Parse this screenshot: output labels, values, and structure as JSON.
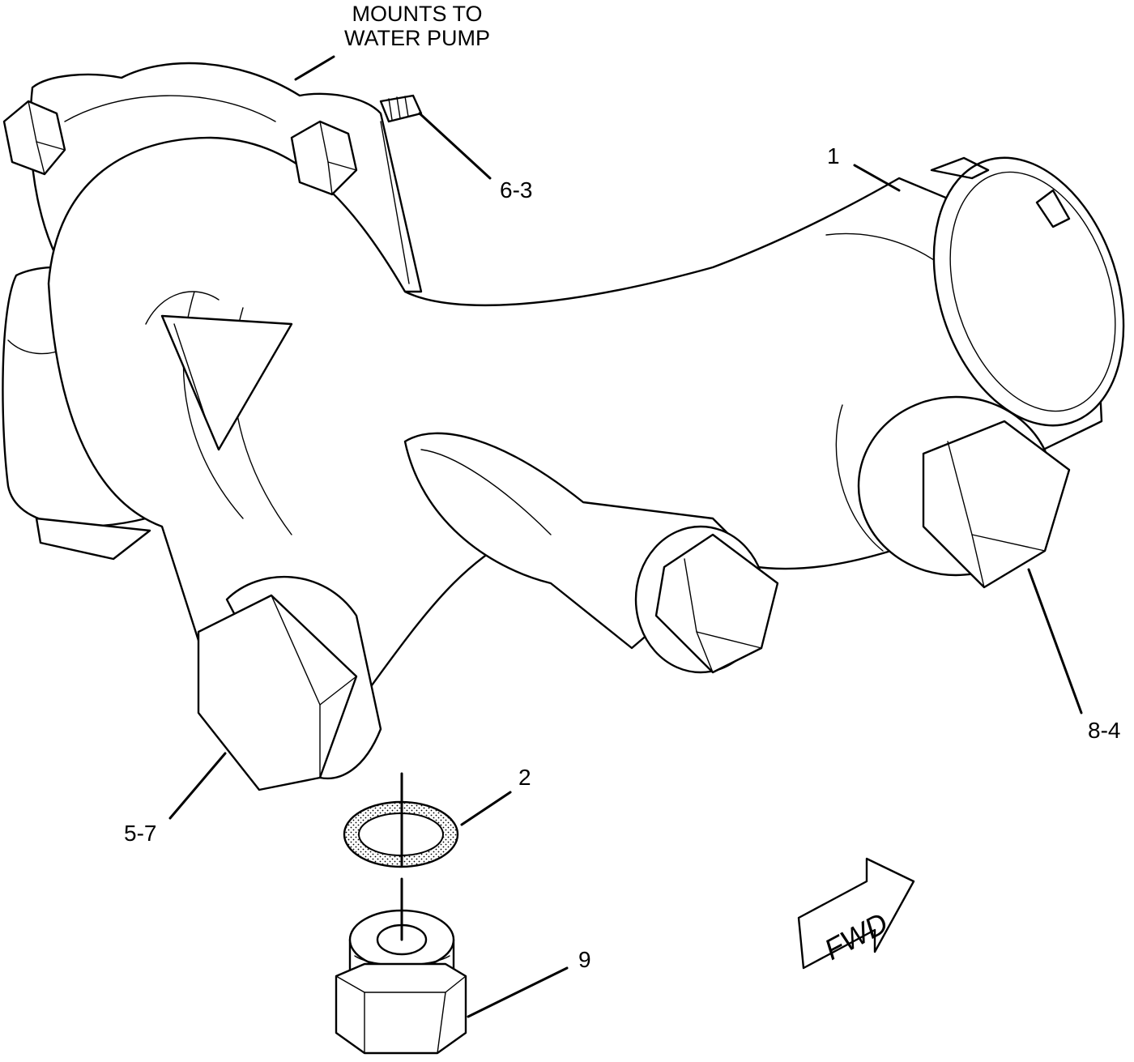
{
  "note": {
    "line1": "MOUNTS TO",
    "line2": "WATER PUMP"
  },
  "callouts": [
    {
      "id": "1",
      "text": "1"
    },
    {
      "id": "2",
      "text": "2"
    },
    {
      "id": "5-7",
      "text": "5-7"
    },
    {
      "id": "6-3",
      "text": "6-3"
    },
    {
      "id": "8-4",
      "text": "8-4"
    },
    {
      "id": "9",
      "text": "9"
    }
  ],
  "direction_arrow": {
    "text": "FWD"
  }
}
